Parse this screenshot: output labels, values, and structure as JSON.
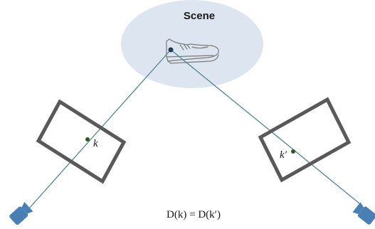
{
  "scene": {
    "title": "Scene"
  },
  "left_view": {
    "point_label": "k"
  },
  "right_view": {
    "point_label": "k′"
  },
  "equation": "D(k) = D(k′)",
  "colors": {
    "scene_fill": "#dde6f0",
    "ray": "#4f8596",
    "frame": "#595959",
    "point": "#2f5a1e",
    "scene_point": "#1f3a52",
    "camera": "#4a7fb6",
    "shoe_stroke": "#7a7a7a"
  },
  "icons": {
    "object": "shoe-icon",
    "camera": "camera-icon"
  }
}
